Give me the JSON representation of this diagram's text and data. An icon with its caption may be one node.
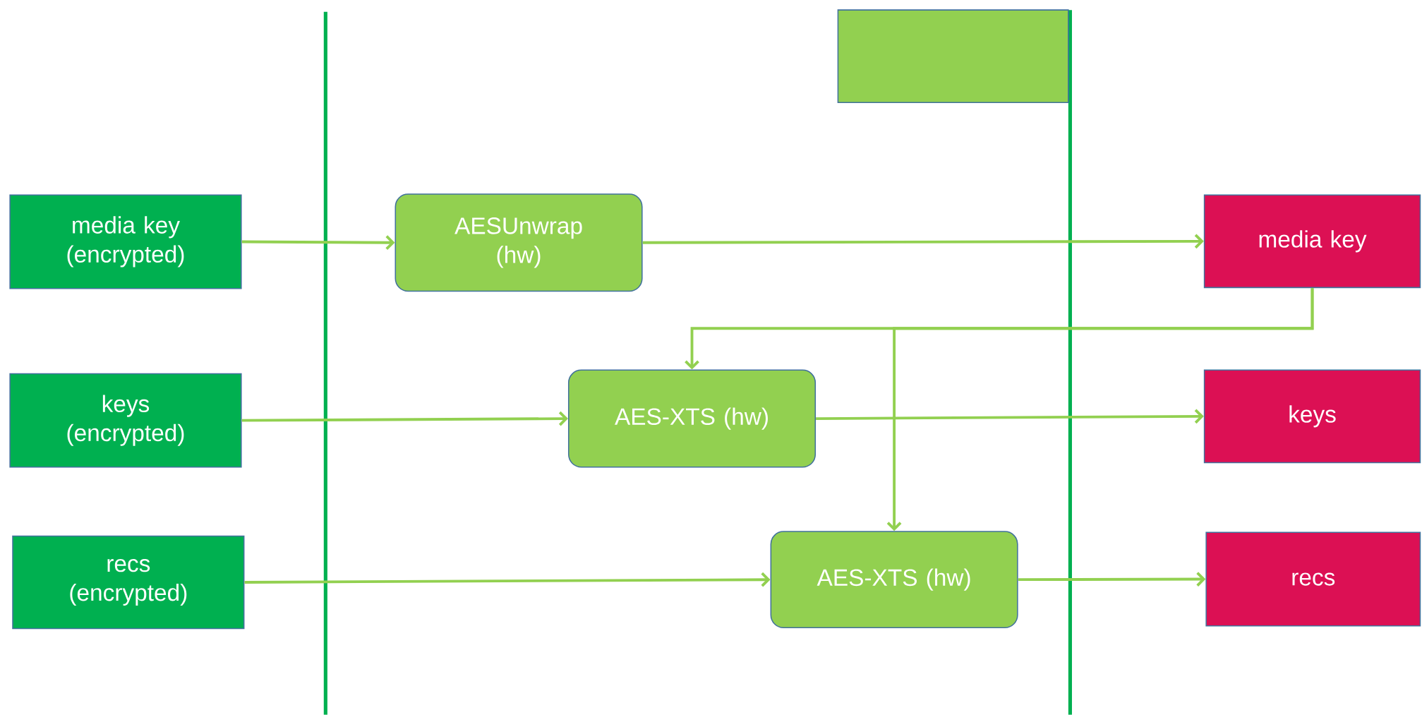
{
  "diagram": {
    "nodes": [
      {
        "text": [],
        "shape": "box"
      },
      {
        "text": [
          "media key (encrypted)"
        ]
      },
      {
        "text": [
          "AESUnwrap (hw)"
        ]
      },
      {
        "text": [
          "media key"
        ]
      },
      {
        "text": [
          "keys (encrypted)"
        ]
      },
      {
        "text": [
          "AES-XTS (hw)"
        ]
      },
      {
        "text": [
          "keys"
        ]
      },
      {
        "text": [
          "recs (encrypted)"
        ]
      },
      {
        "text": [
          "AES-XTS (hw)"
        ]
      },
      {
        "text": [
          "recs"
        ]
      }
    ],
    "edges": [
      {
        "from": 1,
        "to": 2,
        "arrow": "to"
      },
      {
        "from": 2,
        "to": 3,
        "arrow": "to"
      },
      {
        "from": 3,
        "to": 5,
        "arrow": "to"
      },
      {
        "from": 3,
        "to": 8,
        "arrow": "to"
      },
      {
        "from": 4,
        "to": 5,
        "arrow": "to"
      },
      {
        "from": 5,
        "to": 6,
        "arrow": "to"
      },
      {
        "from": 7,
        "to": 8,
        "arrow": "to"
      },
      {
        "from": 8,
        "to": 9,
        "arrow": "to"
      }
    ]
  }
}
